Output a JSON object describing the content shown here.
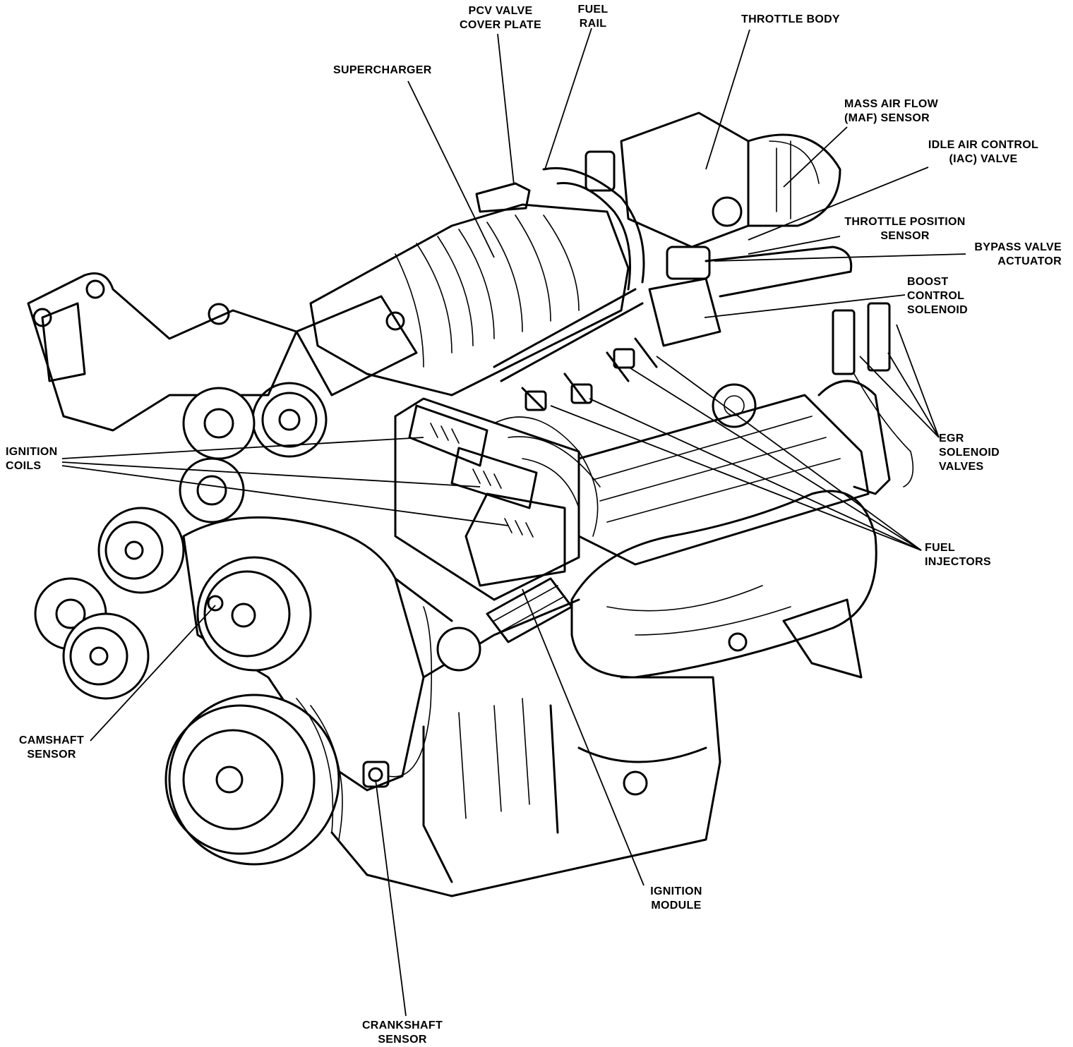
{
  "labels": {
    "pcv_valve_cover_plate": [
      "PCV VALVE",
      "COVER PLATE"
    ],
    "fuel_rail": [
      "FUEL",
      "RAIL"
    ],
    "throttle_body": [
      "THROTTLE BODY"
    ],
    "supercharger": [
      "SUPERCHARGER"
    ],
    "maf_sensor": [
      "MASS AIR FLOW",
      "(MAF) SENSOR"
    ],
    "iac_valve": [
      "IDLE AIR CONTROL",
      "(IAC) VALVE"
    ],
    "throttle_position_sensor": [
      "THROTTLE POSITION",
      "SENSOR"
    ],
    "bypass_valve_actuator": [
      "BYPASS VALVE",
      "ACTUATOR"
    ],
    "boost_control_solenoid": [
      "BOOST",
      "CONTROL",
      "SOLENOID"
    ],
    "ignition_coils": [
      "IGNITION",
      "COILS"
    ],
    "egr_solenoid_valves": [
      "EGR",
      "SOLENOID",
      "VALVES"
    ],
    "fuel_injectors": [
      "FUEL",
      "INJECTORS"
    ],
    "camshaft_sensor": [
      "CAMSHAFT",
      "SENSOR"
    ],
    "ignition_module": [
      "IGNITION",
      "MODULE"
    ],
    "crankshaft_sensor": [
      "CRANKSHAFT",
      "SENSOR"
    ]
  }
}
